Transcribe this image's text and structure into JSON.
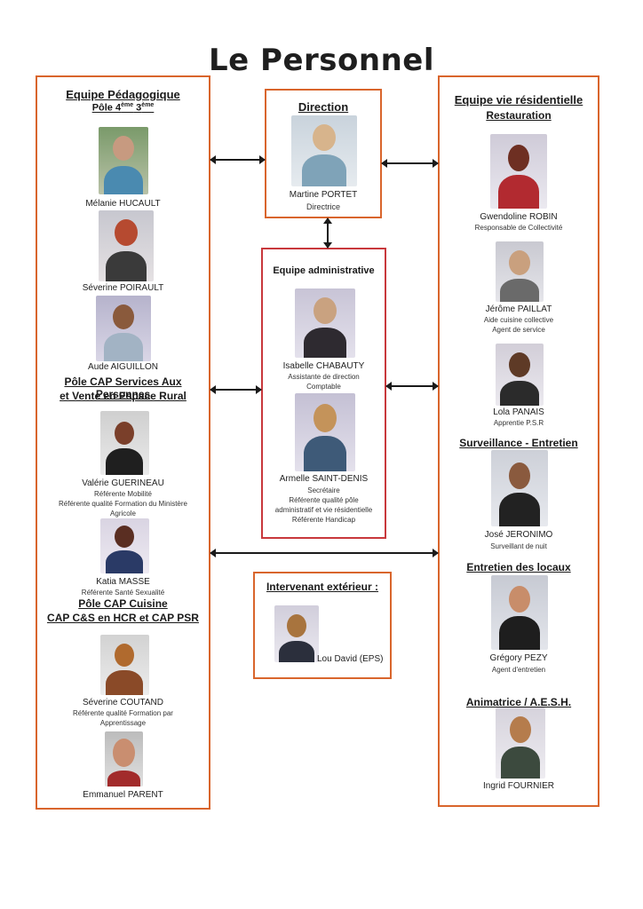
{
  "title": "Le Personnel",
  "colors": {
    "orange_border": "#d9652c",
    "red_border": "#c8383c"
  },
  "left": {
    "heading": "Equipe Pédagogique",
    "sub_prefix": "Pôle 4",
    "sub_sup1": "ème",
    "sub_mid": " 3",
    "sub_sup2": "ème",
    "pole2_line1": "Pôle CAP Services Aux Personnes",
    "pole2_line2": "et Vente en Espace Rural",
    "pole3_line1": "Pôle CAP Cuisine",
    "pole3_line2": "CAP C&S en HCR et CAP PSR",
    "people": [
      {
        "name": "Mélanie HUCAULT",
        "roles": []
      },
      {
        "name": "Séverine POIRAULT",
        "roles": []
      },
      {
        "name": "Aude AIGUILLON",
        "roles": []
      },
      {
        "name": "Valérie GUERINEAU",
        "roles": [
          "Référente Mobilité",
          "Référente qualité Formation du Ministère",
          "Agricole"
        ]
      },
      {
        "name": "Katia MASSE",
        "roles": [
          "Référente Santé Sexualité"
        ]
      },
      {
        "name": "Séverine COUTAND",
        "roles": [
          "Référente qualité Formation par",
          "Apprentissage"
        ]
      },
      {
        "name": "Emmanuel PARENT",
        "roles": []
      }
    ]
  },
  "direction": {
    "heading": "Direction",
    "name": "Martine PORTET",
    "role": "Directrice"
  },
  "admin": {
    "heading": "Equipe administrative",
    "people": [
      {
        "name": "Isabelle CHABAUTY",
        "roles": [
          "Assistante de direction",
          "Comptable"
        ]
      },
      {
        "name": "Armelle SAINT-DENIS",
        "roles": [
          "Secrétaire",
          "Référente qualité pôle",
          "administratif et vie résidentielle",
          "Référente Handicap"
        ]
      }
    ]
  },
  "exterior": {
    "heading": "Intervenant extérieur :",
    "name": "Lou David (EPS)"
  },
  "right": {
    "heading": "Equipe vie résidentielle",
    "restauration": "Restauration",
    "surveillance": "Surveillance - Entretien",
    "entretien": "Entretien des locaux",
    "animatrice": "Animatrice / A.E.S.H.",
    "people": [
      {
        "name": "Gwendoline ROBIN",
        "roles": [
          "Responsable de Collectivité"
        ]
      },
      {
        "name": "Jérôme PAILLAT",
        "roles": [
          "Aide cuisine collective",
          "Agent de service"
        ]
      },
      {
        "name": "Lola PANAIS",
        "roles": [
          "Apprentie P.S.R"
        ]
      },
      {
        "name": "José JERONIMO",
        "roles": [
          "Surveillant de nuit"
        ]
      },
      {
        "name": "Grégory PEZY",
        "roles": [
          "Agent d'entretien"
        ]
      },
      {
        "name": "Ingrid FOURNIER",
        "roles": []
      }
    ]
  }
}
